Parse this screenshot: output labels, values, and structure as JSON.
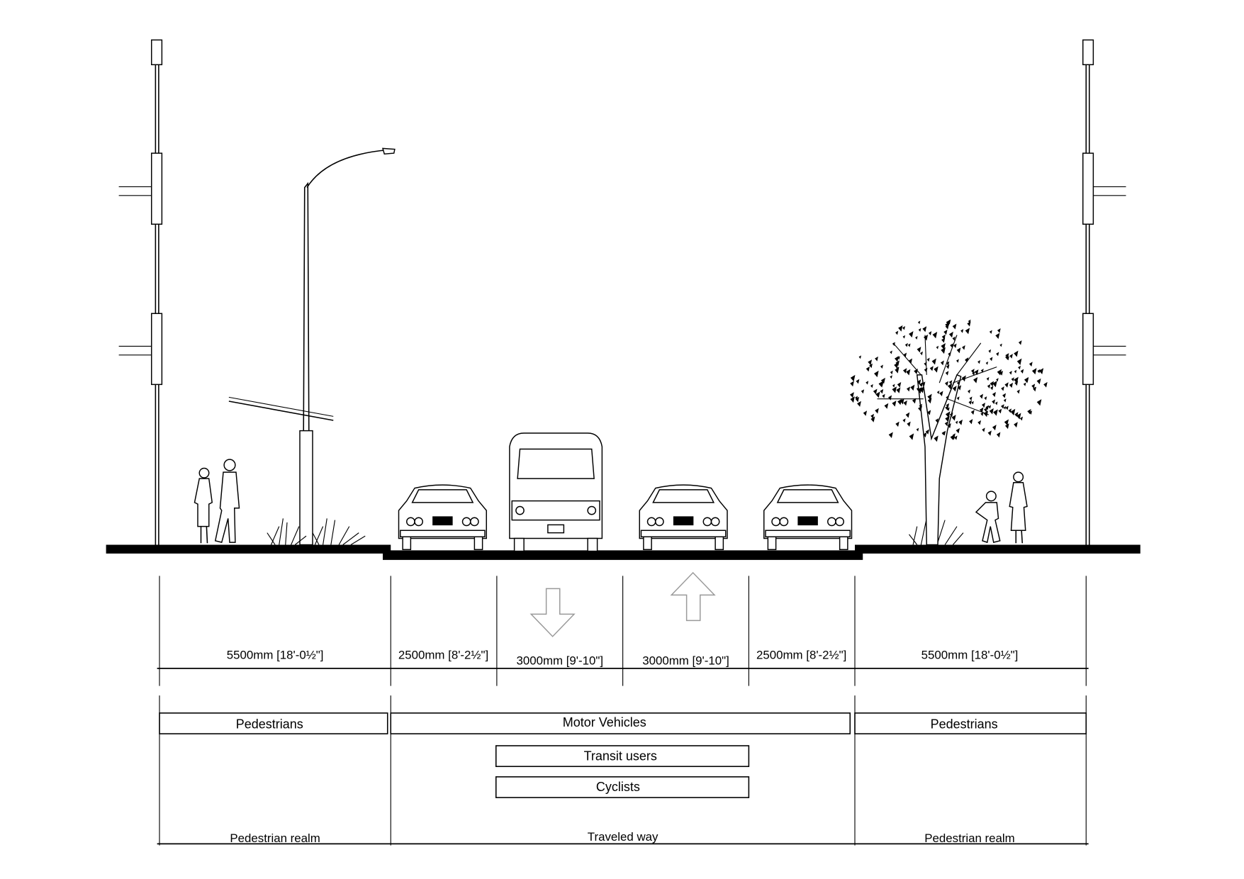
{
  "dimensions": [
    {
      "label": "5500mm [18'-0½\"]"
    },
    {
      "label": "2500mm [8'-2½\"]"
    },
    {
      "label": "3000mm [9'-10\"]"
    },
    {
      "label": "3000mm [9'-10\"]"
    },
    {
      "label": "2500mm [8'-2½\"]"
    },
    {
      "label": "5500mm [18'-0½\"]"
    }
  ],
  "users": {
    "pedestrians_left": "Pedestrians",
    "motor_vehicles": "Motor Vehicles",
    "transit_users": "Transit users",
    "cyclists": "Cyclists",
    "pedestrians_right": "Pedestrians"
  },
  "realms": {
    "left": "Pedestrian realm",
    "center": "Traveled way",
    "right": "Pedestrian realm"
  },
  "lane_directions": [
    "down",
    "up"
  ]
}
